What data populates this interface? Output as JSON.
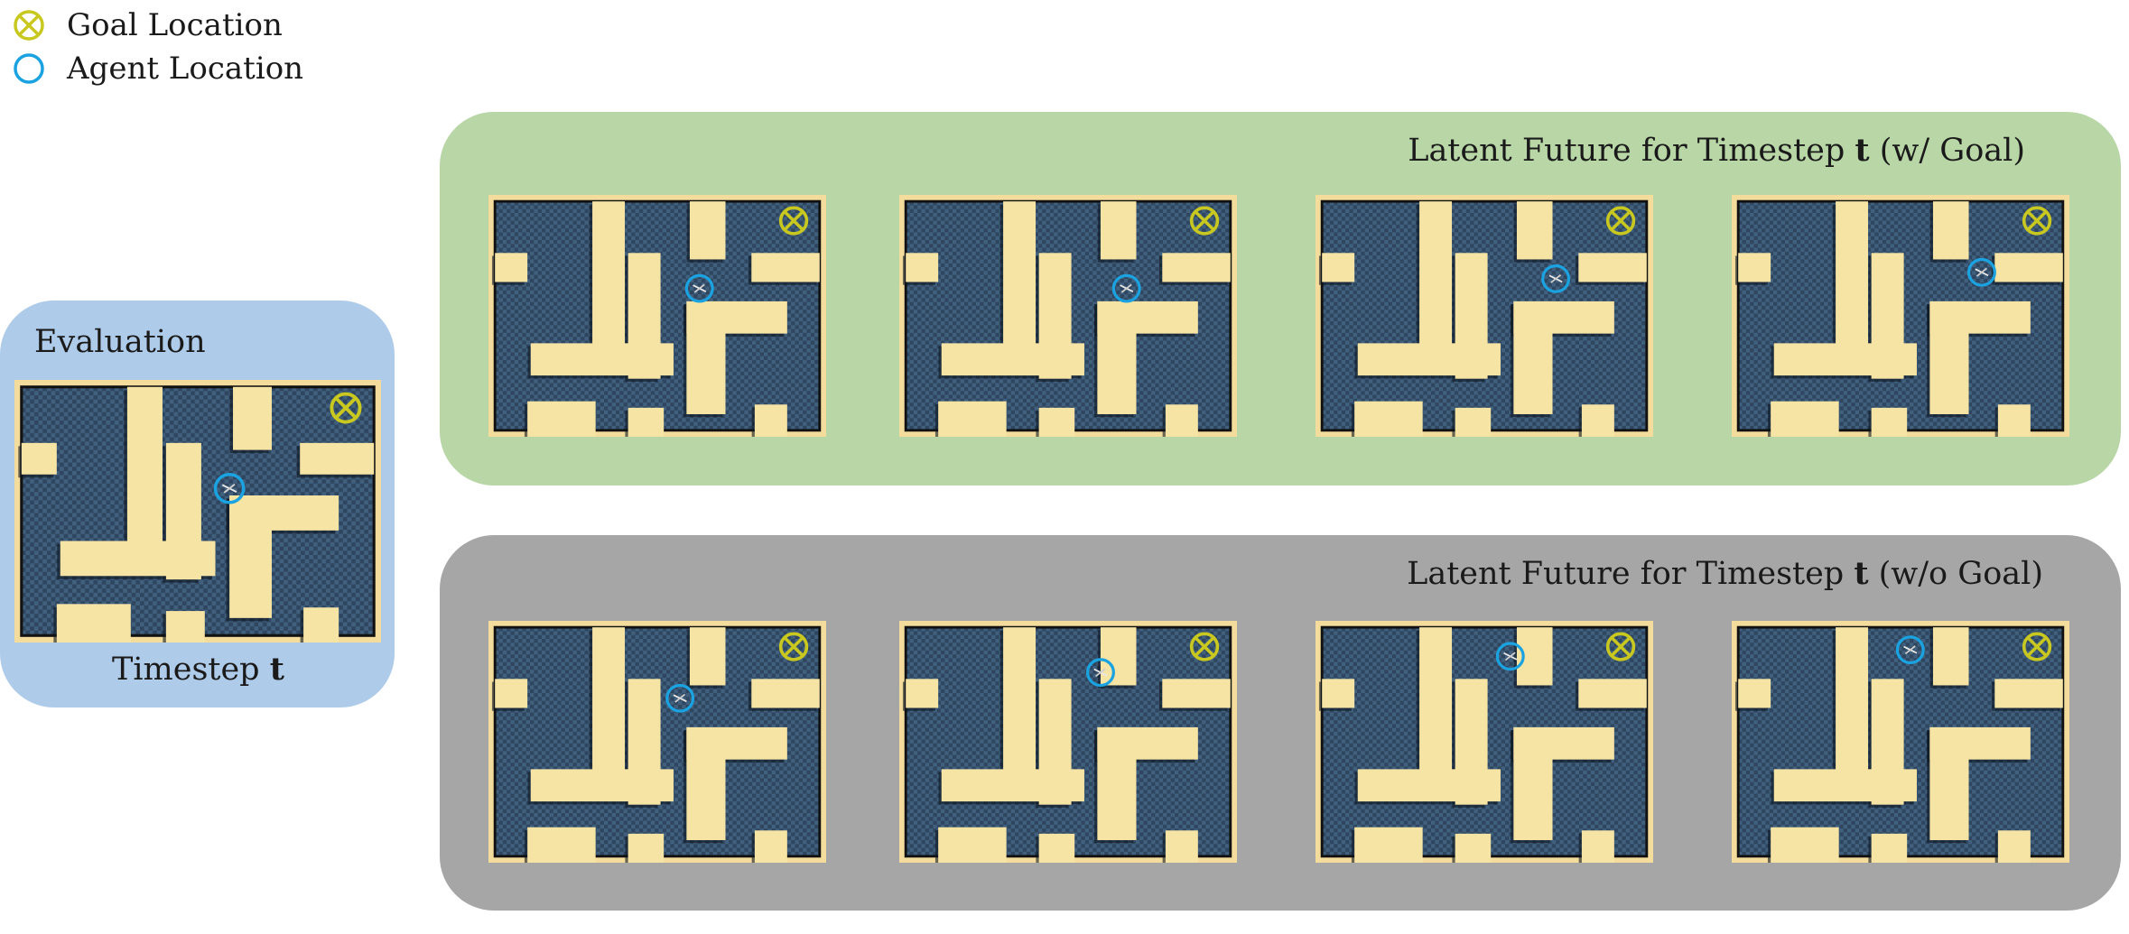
{
  "legend": {
    "goal_label": "Goal Location",
    "agent_label": "Agent Location",
    "goal_color": "#c8c820",
    "agent_color": "#1aa3e0"
  },
  "evaluation": {
    "title": "Evaluation",
    "caption_prefix": "Timestep ",
    "caption_var": "t",
    "panel_color": "#aecbe9"
  },
  "goal_panel": {
    "title_prefix": "Latent Future for Timestep ",
    "title_var": "t",
    "title_suffix": " (w/ Goal)",
    "panel_color": "#b8d6a6"
  },
  "nogoal_panel": {
    "title_prefix": "Latent Future for Timestep ",
    "title_var": "t",
    "title_suffix": " (w/o Goal)",
    "panel_color": "#a6a6a6"
  },
  "maze_colors": {
    "floor": "#2f4660",
    "wall": "#f6e4a4",
    "frame": "#f3dc9c"
  }
}
